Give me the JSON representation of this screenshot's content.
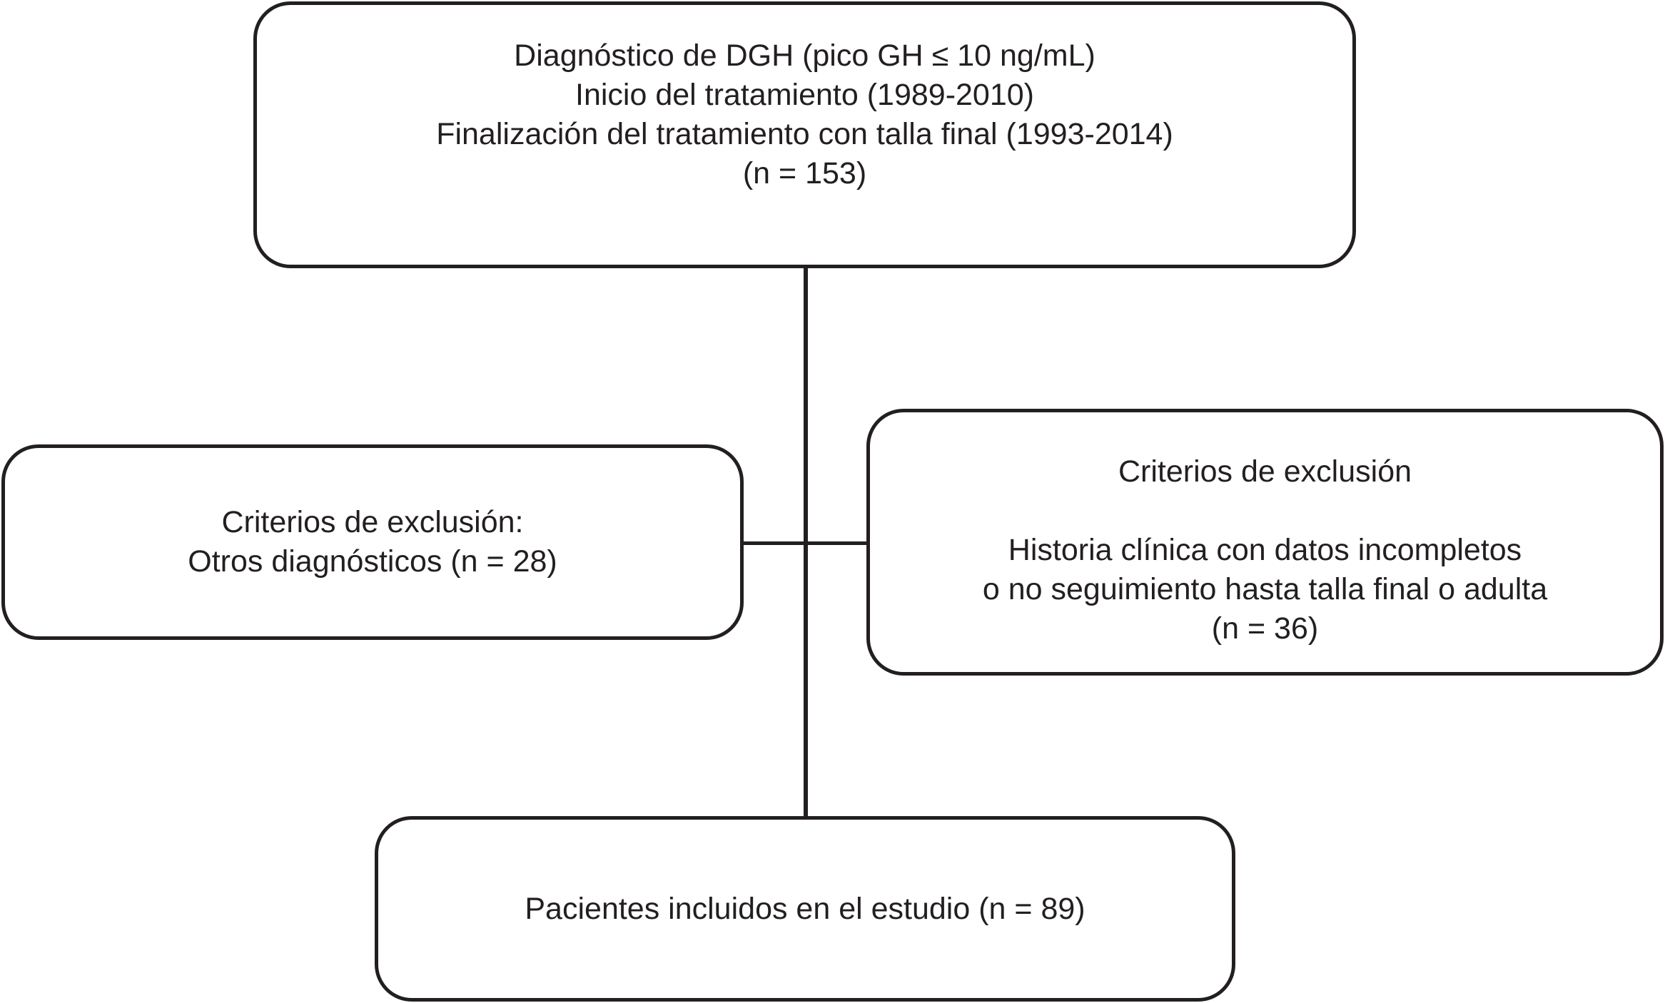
{
  "diagram": {
    "nodes": {
      "source": {
        "line1": "Diagnóstico de DGH (pico GH ≤ 10 ng/mL)",
        "line2": "Inicio del tratamiento (1989-2010)",
        "line3": "Finalización del tratamiento con talla final (1993-2014)",
        "line4": "(n = 153)"
      },
      "exclusion_left": {
        "line1": "Criterios de exclusión:",
        "line2": "Otros diagnósticos (n = 28)"
      },
      "exclusion_right": {
        "heading": "Criterios de exclusión",
        "line1": "Historia clínica con datos incompletos",
        "line2": "o no seguimiento hasta talla final o adulta",
        "line3": "(n = 36)"
      },
      "included": {
        "line1": "Pacientes incluidos en el estudio (n = 89)"
      }
    },
    "edges": [
      {
        "from": "source",
        "to": "included"
      },
      {
        "from": "source",
        "to": "exclusion_left"
      },
      {
        "from": "source",
        "to": "exclusion_right"
      }
    ]
  }
}
